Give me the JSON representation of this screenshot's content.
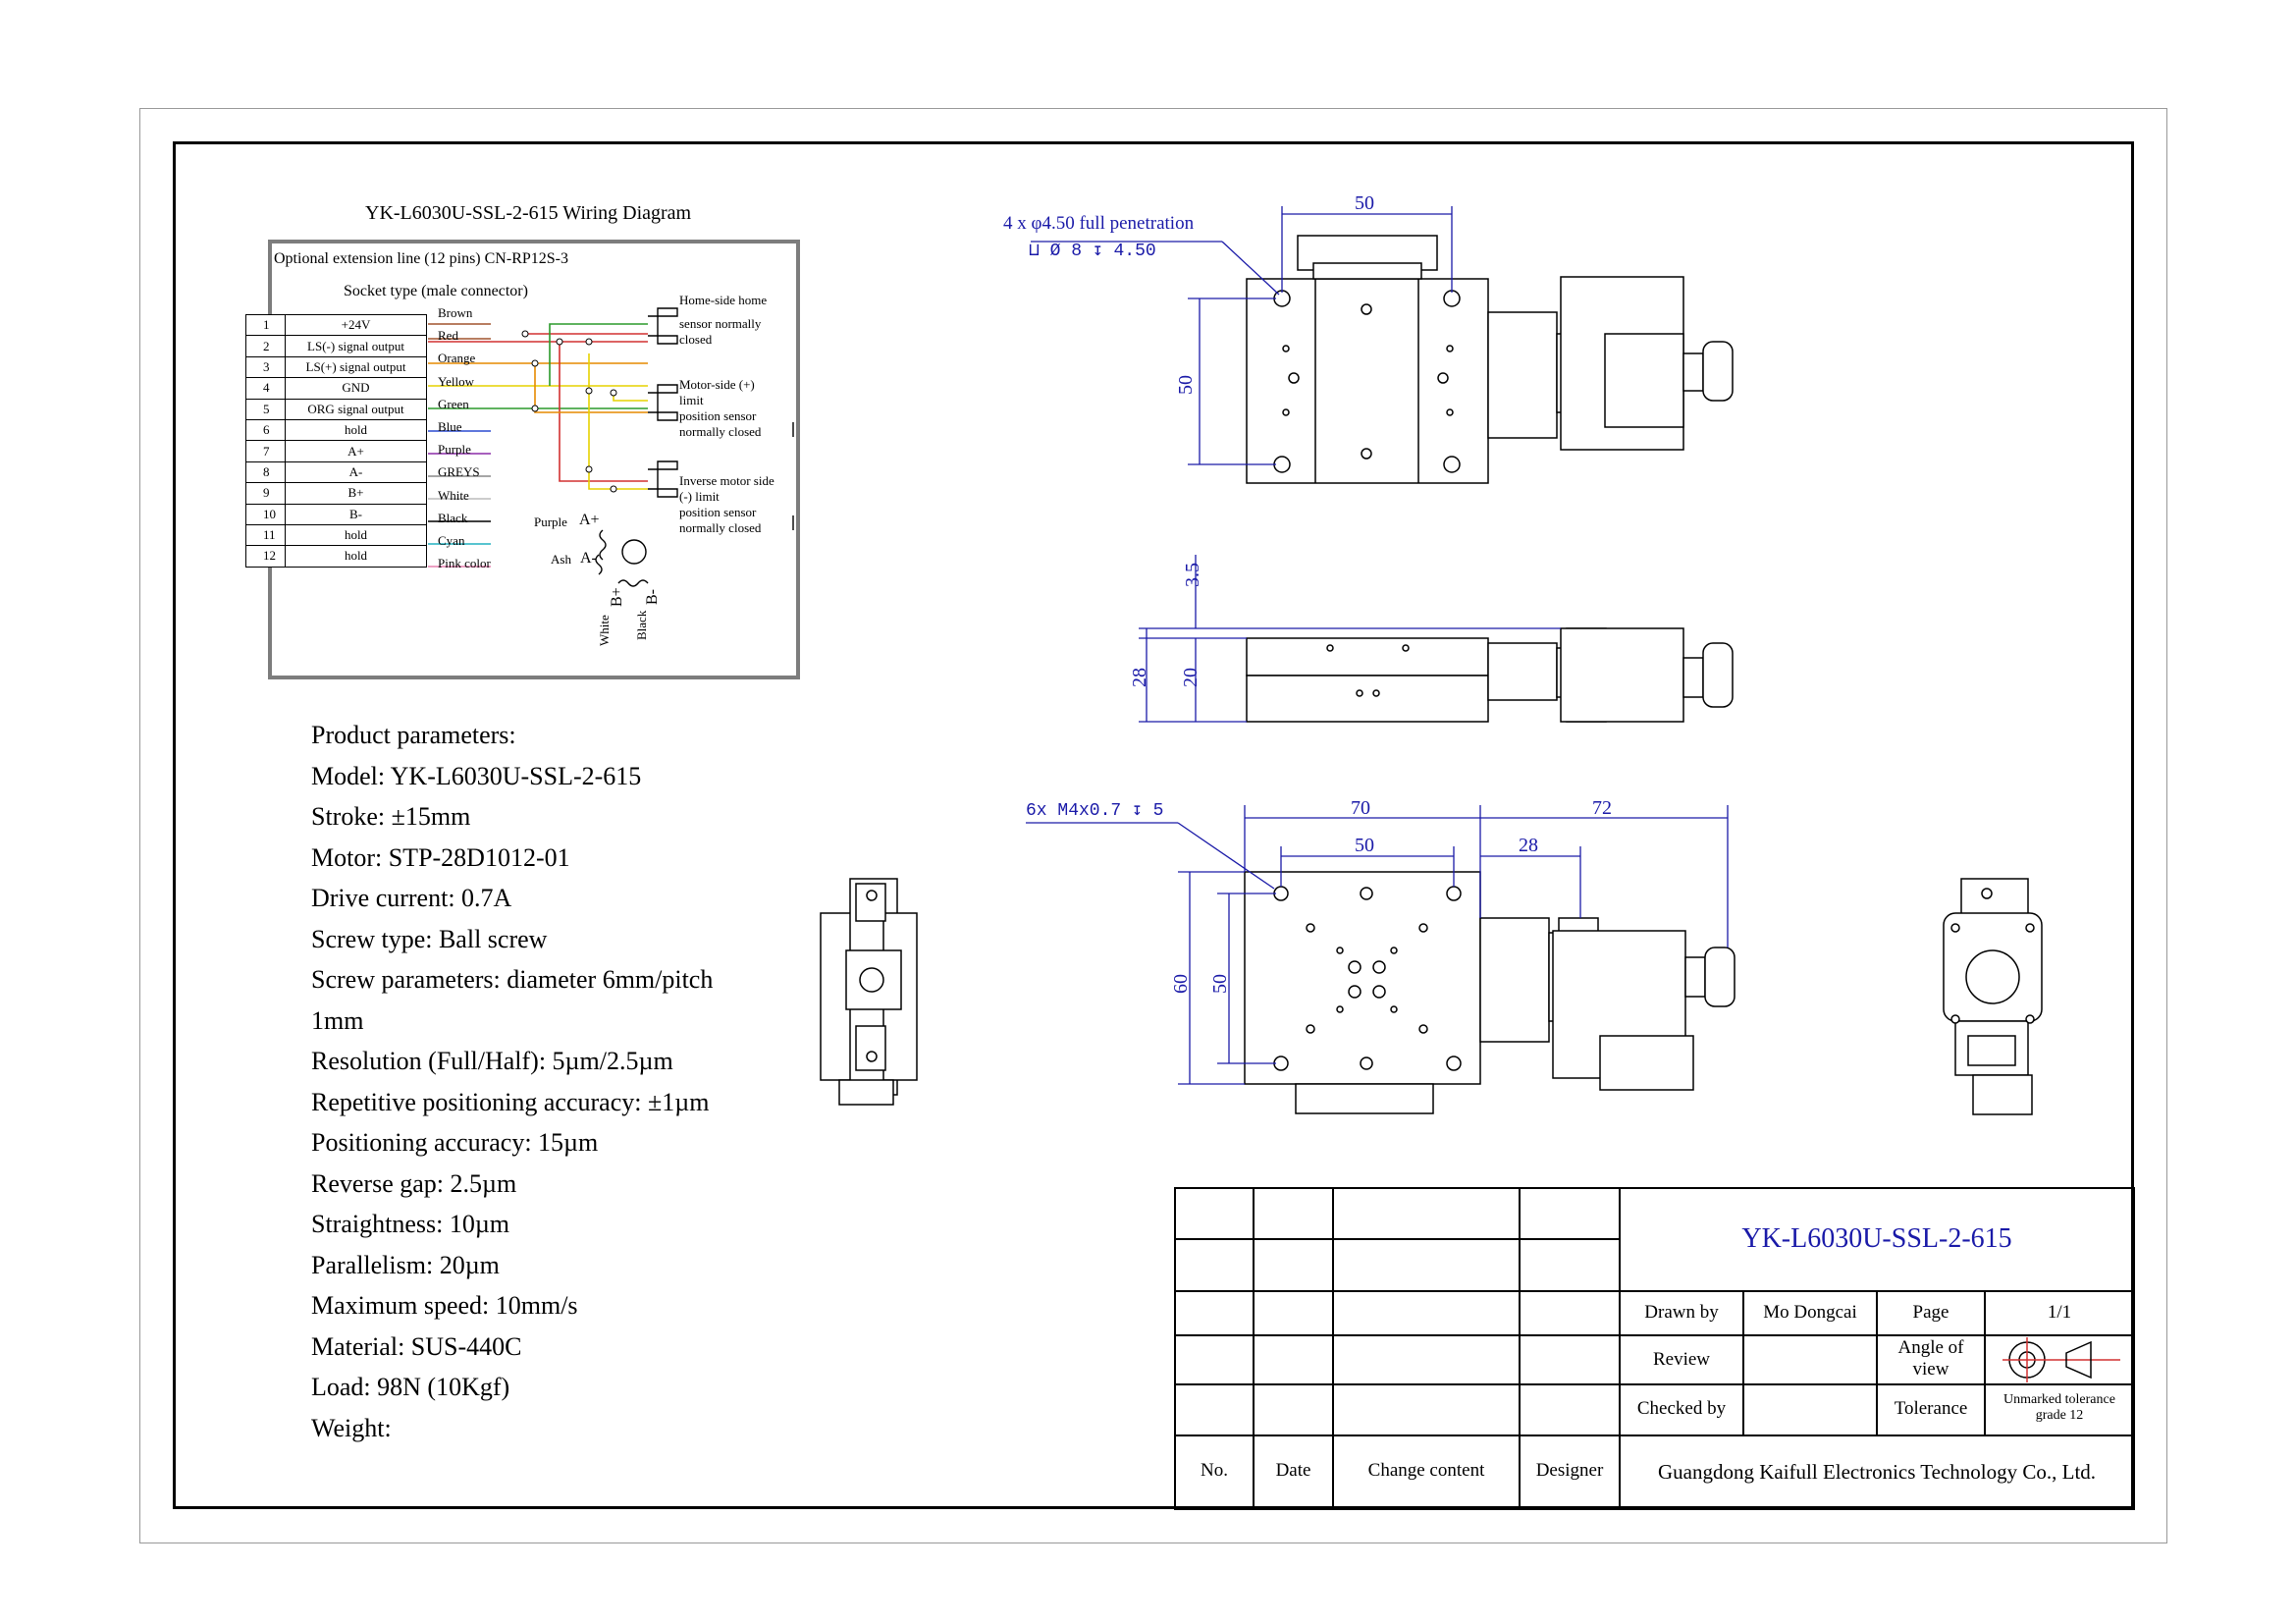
{
  "wiring": {
    "title": "YK-L6030U-SSL-2-615 Wiring Diagram",
    "extension_line": "Optional extension line (12 pins) CN-RP12S-3",
    "socket_type": "Socket type (male connector)",
    "pins": [
      {
        "no": "1",
        "func": "+24V",
        "color": "Brown"
      },
      {
        "no": "2",
        "func": "LS(-) signal output",
        "color": "Red"
      },
      {
        "no": "3",
        "func": "LS(+) signal output",
        "color": "Orange"
      },
      {
        "no": "4",
        "func": "GND",
        "color": "Yellow"
      },
      {
        "no": "5",
        "func": "ORG signal output",
        "color": "Green"
      },
      {
        "no": "6",
        "func": "hold",
        "color": "Blue"
      },
      {
        "no": "7",
        "func": "A+",
        "color": "Purple"
      },
      {
        "no": "8",
        "func": "A-",
        "color": "GREYS"
      },
      {
        "no": "9",
        "func": "B+",
        "color": "White"
      },
      {
        "no": "10",
        "func": "B-",
        "color": "Black"
      },
      {
        "no": "11",
        "func": "hold",
        "color": "Cyan"
      },
      {
        "no": "12",
        "func": "hold",
        "color": "Pink color"
      }
    ],
    "sensor_home": {
      "l1": "Home-side home",
      "l2": "sensor normally",
      "l3": "closed"
    },
    "sensor_plus": {
      "l1": "Motor-side (+)",
      "l2": "limit",
      "l3": "position sensor",
      "l4": "normally closed"
    },
    "sensor_minus": {
      "l1": "Inverse motor side",
      "l2": "(-) limit",
      "l3": "position sensor",
      "l4": "normally closed"
    },
    "motor_labels": {
      "purple": "Purple",
      "a_plus": "A+",
      "ash": "Ash",
      "a_minus": "A-",
      "white": "White",
      "b_plus": "B+",
      "black": "Black",
      "b_minus": "B-"
    }
  },
  "params": {
    "heading": "Product parameters:",
    "model": "Model: YK-L6030U-SSL-2-615",
    "stroke": "Stroke: ±15mm",
    "motor": "Motor: STP-28D1012-01",
    "drive_current": "Drive current: 0.7A",
    "screw_type": "Screw type: Ball screw",
    "screw_params_1": "Screw parameters: diameter 6mm/pitch",
    "screw_params_2": "1mm",
    "resolution": "Resolution (Full/Half): 5µm/2.5µm",
    "repeatability": "Repetitive positioning accuracy: ±1µm",
    "positioning": "Positioning accuracy: 15µm",
    "reverse_gap": "Reverse gap: 2.5µm",
    "straightness": "Straightness: 10µm",
    "parallelism": "Parallelism: 20µm",
    "max_speed": "Maximum speed: 10mm/s",
    "material": "Material: SUS-440C",
    "load": "Load: 98N (10Kgf)",
    "weight": "Weight:"
  },
  "dimensions": {
    "top_hole_note": "4 x φ4.50 full penetration",
    "top_hole_spec": "⊔ Ø 8 ↧ 4.50",
    "top_width": "50",
    "top_height": "50",
    "side_35": "3.5",
    "side_28": "28",
    "side_20": "20",
    "base_thread": "6x M4x0.7 ↧ 5",
    "base_70": "70",
    "base_72": "72",
    "base_50w": "50",
    "base_28": "28",
    "base_60": "60",
    "base_50h": "50"
  },
  "title_block": {
    "part_no": "YK-L6030U-SSL-2-615",
    "drawn_by_label": "Drawn by",
    "drawn_by": "Mo Dongcai",
    "page_label": "Page",
    "page": "1/1",
    "review_label": "Review",
    "angle_label": "Angle of view",
    "checked_label": "Checked by",
    "tolerance_label": "Tolerance",
    "tolerance": "Unmarked tolerance grade 12",
    "col_no": "No.",
    "col_date": "Date",
    "col_change": "Change content",
    "col_designer": "Designer",
    "company": "Guangdong Kaifull Electronics Technology Co., Ltd."
  },
  "colors": {
    "dimension": "#1a1aa8",
    "frame": "#000000",
    "wire_red": "#d23030",
    "wire_yellow": "#e6d200",
    "wire_green": "#2a9a2a"
  }
}
